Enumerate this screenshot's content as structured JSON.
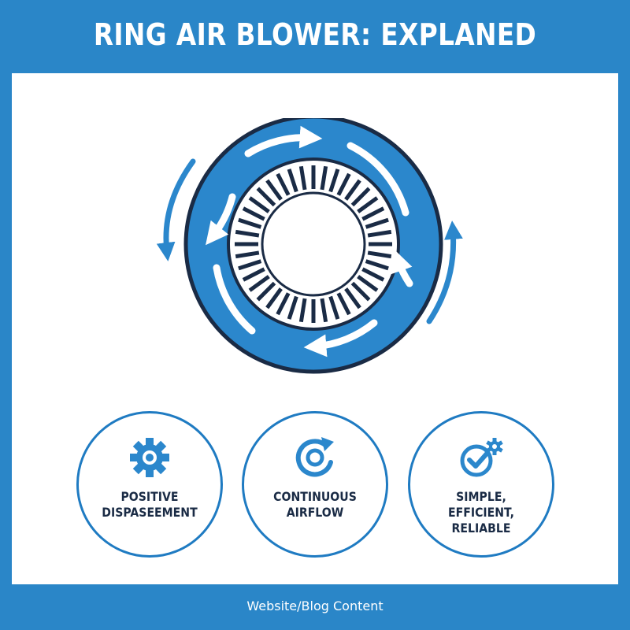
{
  "title": "RING AIR BLOWER: EXPLANED",
  "features": [
    {
      "icon": "gear-icon",
      "line1": "POSITIVE",
      "line2": "DISPASEEMENT"
    },
    {
      "icon": "circular-arrow-icon",
      "line1": "CONTINUOUS",
      "line2": "AIRFLOW"
    },
    {
      "icon": "check-gear-icon",
      "line1": "SIMPLE, EFFICIENT,",
      "line2": "RELIABLE"
    }
  ],
  "footer": "Website/Blog Content",
  "colors": {
    "brand_blue": "#2a86c8",
    "ring_blue": "#2b87cc",
    "navy": "#1a2b45",
    "white": "#ffffff"
  }
}
